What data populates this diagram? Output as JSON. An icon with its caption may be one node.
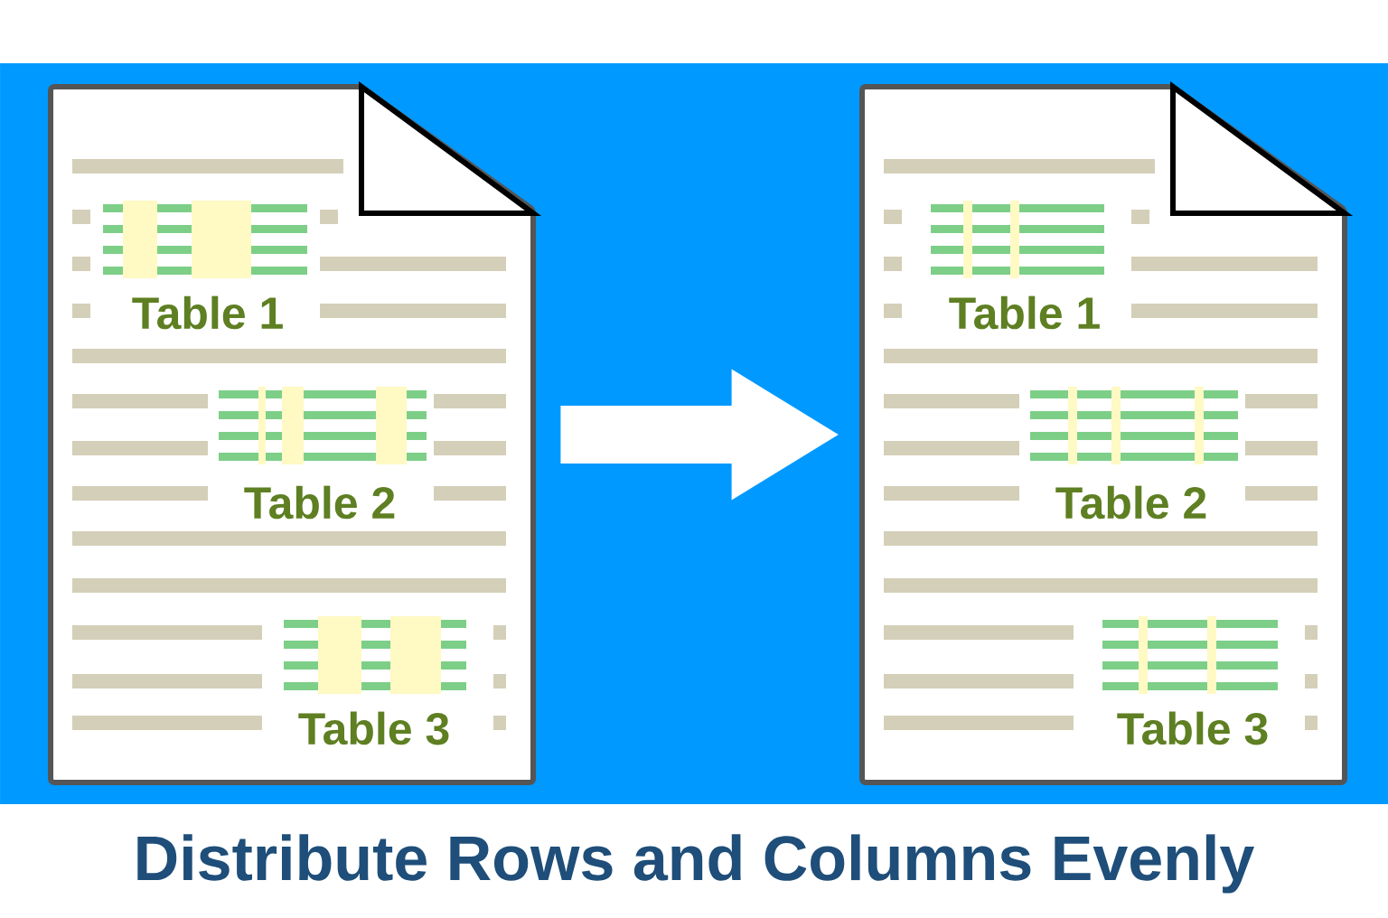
{
  "diagram": {
    "title": "Distribute Rows and Columns Evenly",
    "nodes": [
      {
        "text": [],
        "shape": "document"
      },
      {
        "text": [
          "Table 1"
        ],
        "in": 0
      },
      {
        "text": [
          "Table 2"
        ],
        "in": 0
      },
      {
        "text": [
          "Table 3"
        ],
        "in": 0
      },
      {
        "text": [],
        "shape": "document"
      },
      {
        "text": [
          "Table 1"
        ],
        "in": 4
      },
      {
        "text": [
          "Table 2"
        ],
        "in": 4
      },
      {
        "text": [
          "Table 3"
        ],
        "in": 4
      }
    ],
    "edges": [
      {
        "from": 0,
        "to": 4,
        "arrow": "to"
      }
    ]
  }
}
